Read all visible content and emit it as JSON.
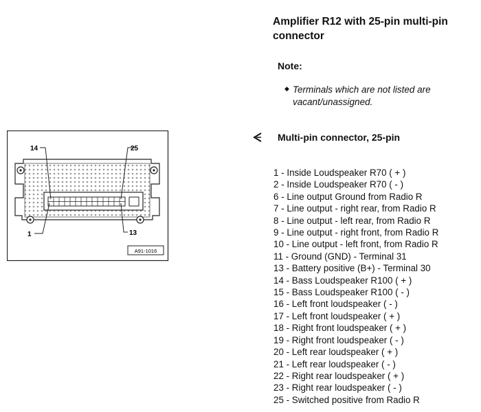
{
  "document": {
    "title": "Amplifier R12 with 25-pin multi-pin connector",
    "note": {
      "label": "Note:",
      "bullet_icon": "diamond-bullet",
      "text": "Terminals which are not listed are vacant/unassigned."
    },
    "connector": {
      "arrow_icon": "pointer-arrow-icon",
      "heading": "Multi-pin connector, 25-pin"
    },
    "pins": [
      " 1 - Inside Loudspeaker R70 ( + )",
      "2 - Inside Loudspeaker R70 ( - )",
      "6 - Line output Ground from Radio R",
      "7 - Line output - right rear, from Radio R",
      "8 - Line output - left rear, from Radio R",
      "9 - Line output - right front, from Radio R",
      "10 - Line output - left front, from Radio R",
      "11 - Ground (GND) - Terminal 31",
      "13 - Battery positive (B+) - Terminal 30",
      "14 - Bass Loudspeaker R100 ( + )",
      "15 - Bass Loudspeaker R100 ( - )",
      "16 - Left front loudspeaker ( - )",
      "17 - Left front loudspeaker ( + )",
      "18 - Right front loudspeaker ( + )",
      "19 - Right front loudspeaker ( - )",
      "20 - Left rear loudspeaker ( + )",
      "21 - Left rear loudspeaker ( - )",
      "22 - Right rear loudspeaker ( + )",
      "23 - Right rear loudspeaker ( - )",
      "25 - Switched positive from Radio R"
    ]
  },
  "diagram": {
    "labels": {
      "pin_14": "14",
      "pin_25": "25",
      "pin_1": "1",
      "pin_13": "13",
      "figure_id": "A91-1016"
    }
  }
}
